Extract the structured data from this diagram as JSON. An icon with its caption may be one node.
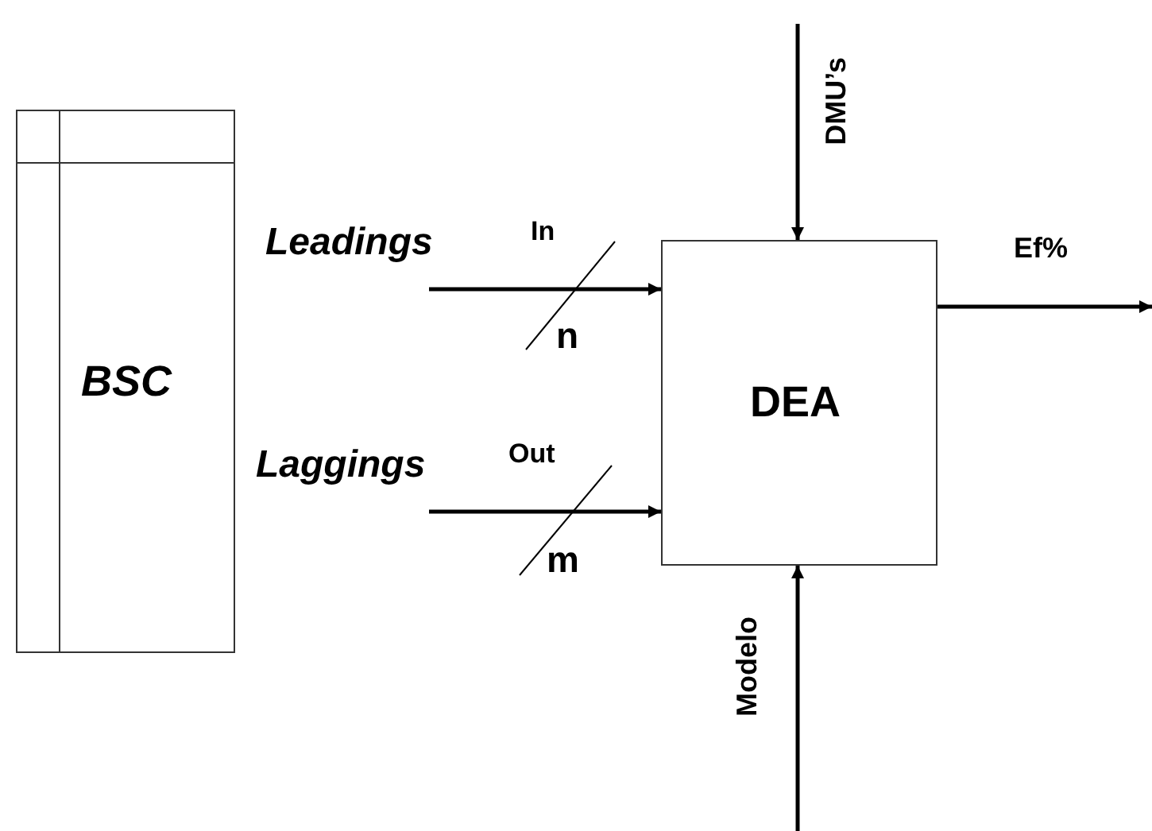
{
  "diagram": {
    "nodes": [
      {
        "text": [
          "BSC"
        ]
      },
      {
        "text": [
          "DEA"
        ]
      }
    ],
    "edges": [
      {
        "from": null,
        "to": 1,
        "arrow": "to",
        "label": "Leadings"
      },
      {
        "from": null,
        "to": 1,
        "arrow": "to",
        "label": "Laggings"
      },
      {
        "from": null,
        "to": 1,
        "arrow": "to",
        "label": "DMU’s"
      },
      {
        "from": 1,
        "to": null,
        "arrow": "to",
        "label": "Ef%"
      },
      {
        "from": null,
        "to": 1,
        "arrow": "to",
        "label": "Modelo"
      }
    ],
    "labels": [
      "In",
      "n",
      "Out",
      "m"
    ]
  }
}
